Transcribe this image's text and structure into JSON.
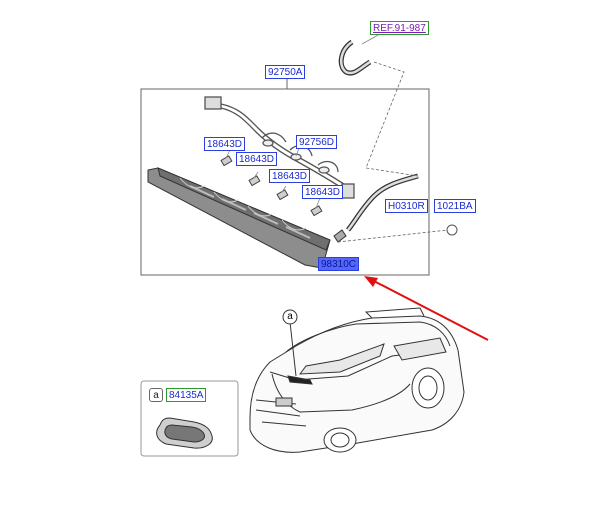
{
  "ref_label": "REF.91-987",
  "assembly_label": "92750A",
  "part_labels": {
    "p92756d": "92756D",
    "p18643d_1": "18643D",
    "p18643d_2": "18643D",
    "p18643d_3": "18643D",
    "p18643d_4": "18643D",
    "h0310r": "H0310R",
    "p1021ba": "1021BA",
    "p98310c": "98310C"
  },
  "detail_callout": "a",
  "detail_letter": "a",
  "detail_part": "84135A",
  "colors": {
    "label_border": "#2a3fe0",
    "label_text": "#1a2bd0",
    "ref_border": "#2c9a2c",
    "ref_text": "#7a1fb0",
    "highlight": "#5566ff",
    "arrow": "#e01010"
  }
}
